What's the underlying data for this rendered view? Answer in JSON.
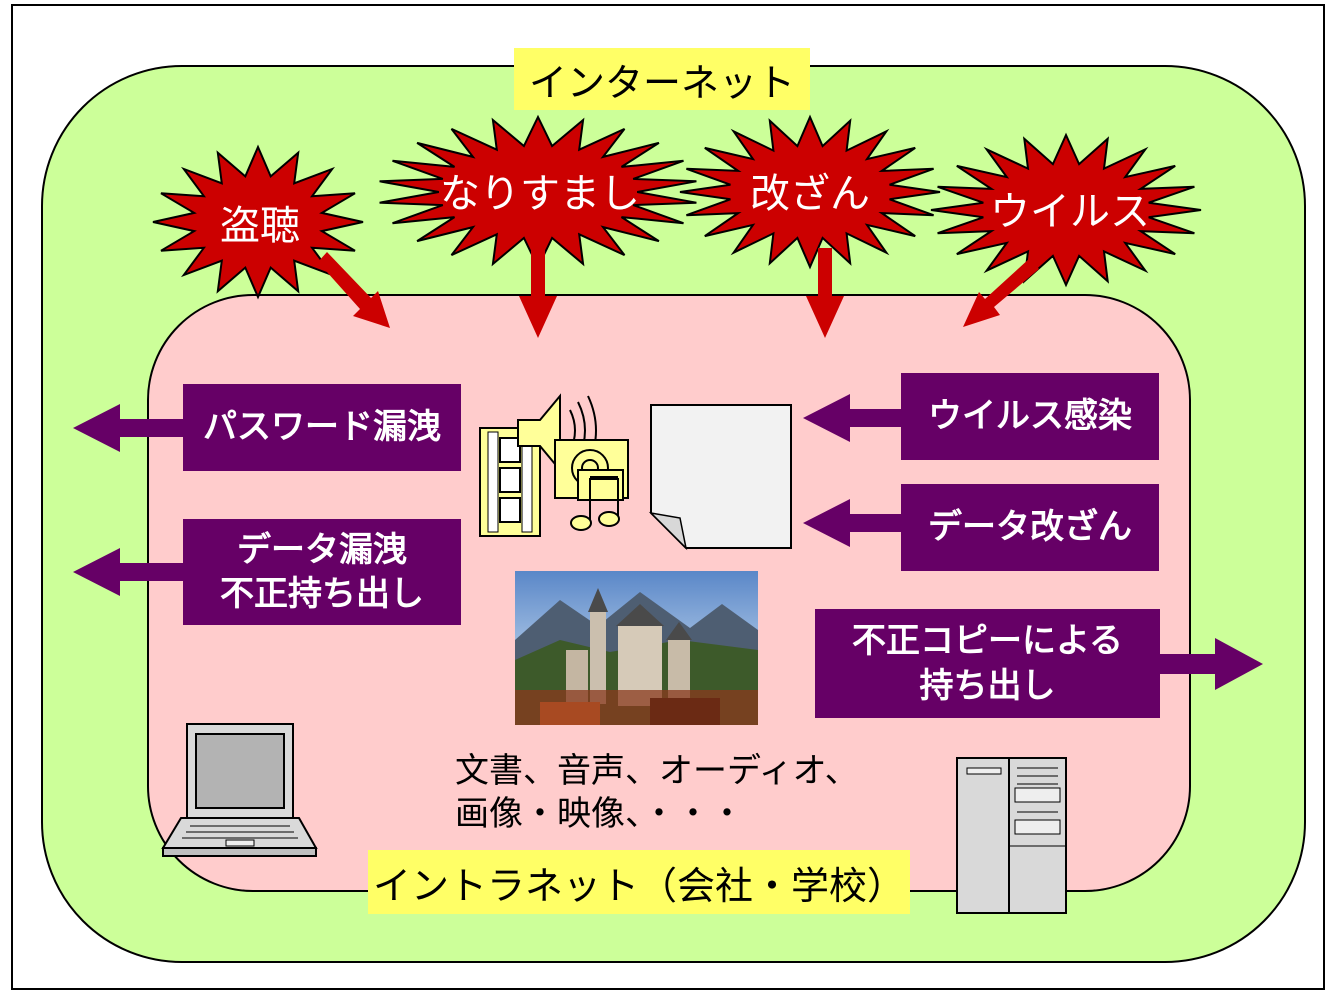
{
  "internet_label": "インターネット",
  "intranet_label": "イントラネット（会社・学校）",
  "threats": [
    "盗聴",
    "なりすまし",
    "改ざん",
    "ウイルス"
  ],
  "outflows": {
    "password_leak": "パスワード漏洩",
    "data_leak": "データ漏洩\n不正持ち出し",
    "illegal_copy": "不正コピーによる\n持ち出し"
  },
  "inflows": {
    "virus_infection": "ウイルス感染",
    "data_tampering": "データ改ざん"
  },
  "media_caption": {
    "line1": "文書、音声、オーディオ、",
    "line2": "画像・映像、・・・"
  },
  "colors": {
    "internet_fill": "#ccff99",
    "intranet_fill": "#ffcccc",
    "burst_fill": "#cc0000",
    "threat_arrow": "#cc0000",
    "flow_box": "#660066",
    "label_bg": "#ffff66"
  },
  "icons": [
    "multimedia-icon",
    "document-icon",
    "castle-photo",
    "laptop-icon",
    "server-icon"
  ]
}
